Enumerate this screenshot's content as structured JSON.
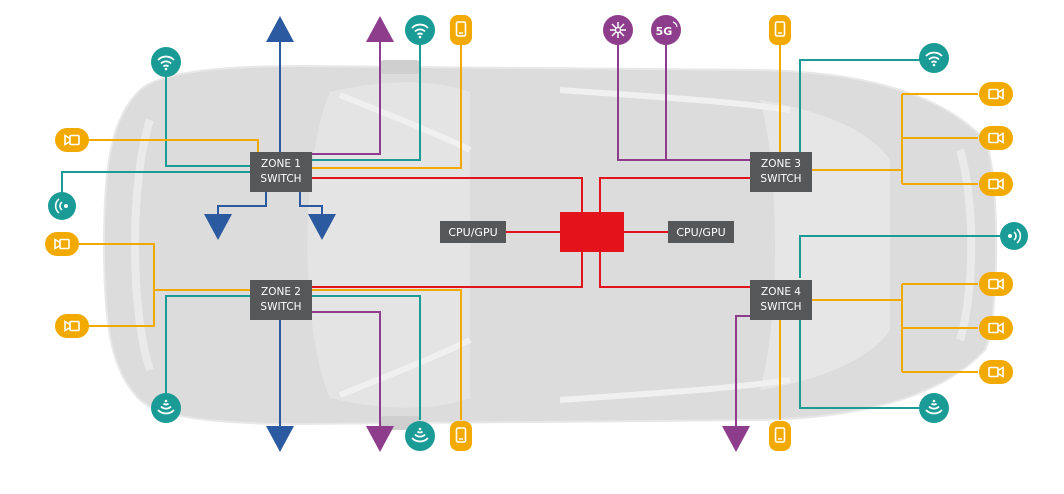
{
  "switches": {
    "zone1": {
      "line1": "ZONE 1",
      "line2": "SWITCH"
    },
    "zone2": {
      "line1": "ZONE 2",
      "line2": "SWITCH"
    },
    "zone3": {
      "line1": "ZONE 3",
      "line2": "SWITCH"
    },
    "zone4": {
      "line1": "ZONE 4",
      "line2": "SWITCH"
    }
  },
  "cpu_left": "CPU/GPU",
  "cpu_right": "CPU/GPU",
  "fiveg_label": "5G",
  "colors": {
    "teal": "#1b9b96",
    "orange": "#f2a900",
    "blue": "#2c5aa0",
    "purple": "#8e3c8c",
    "red": "#e3121b",
    "switch_bg": "#555759",
    "car_body": "#dcdcdc"
  }
}
